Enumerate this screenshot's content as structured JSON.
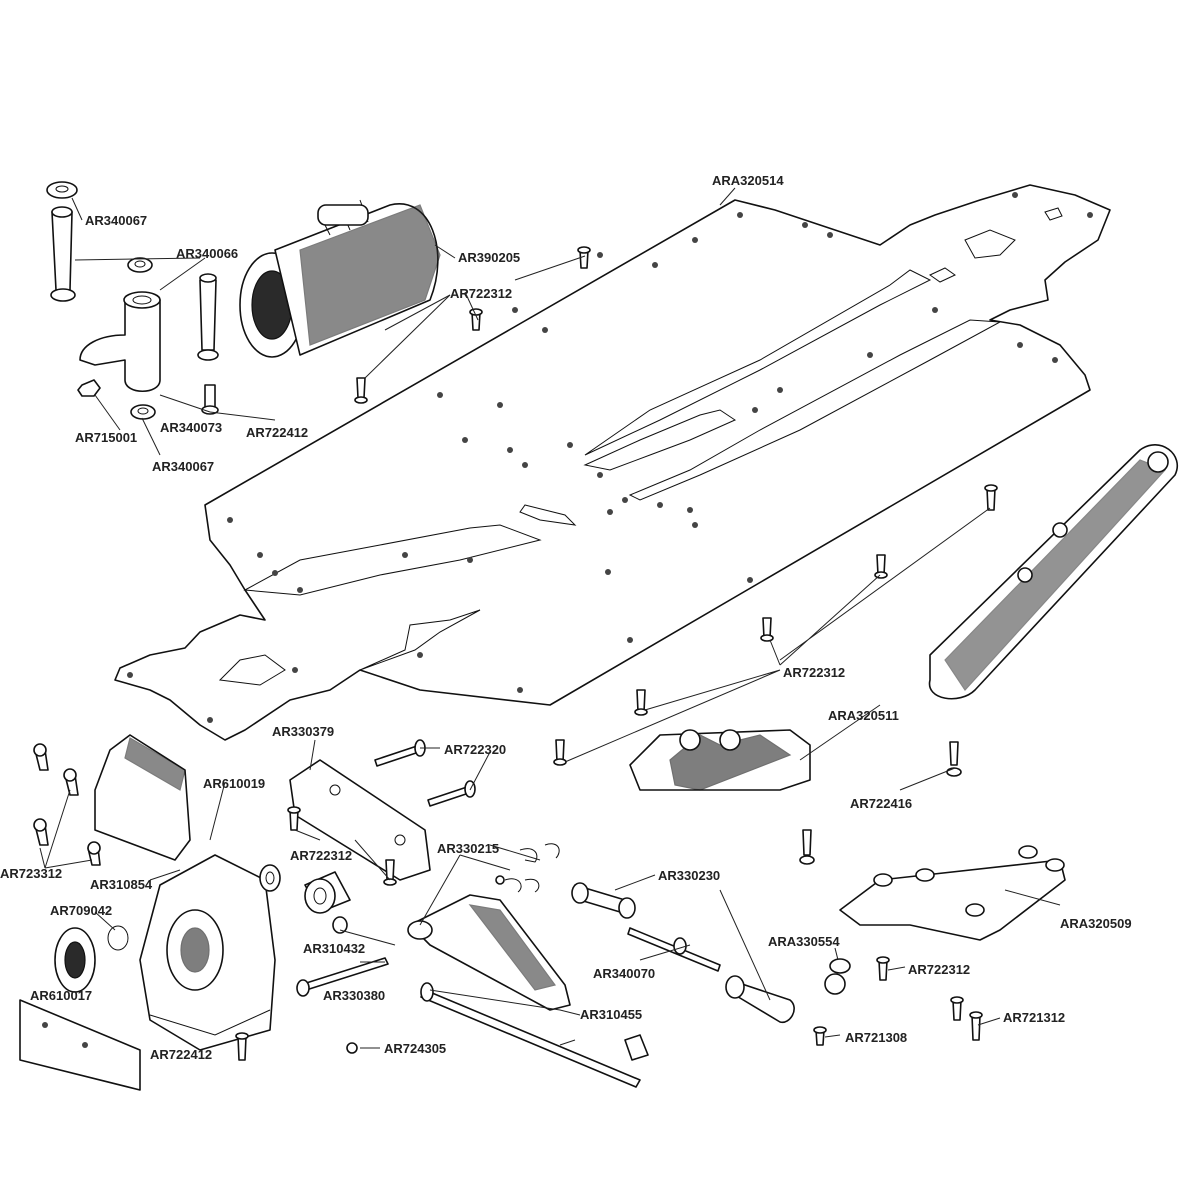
{
  "labels": {
    "chassis": "ARA320514",
    "motor": "AR390205",
    "spacer_a": "AR340067",
    "post_a": "AR340066",
    "screw_top": "AR722312",
    "nut": "AR715001",
    "mount": "AR340073",
    "screw_mount": "AR722412",
    "spacer_b": "AR340067",
    "screw_right": "AR722312",
    "brace": "ARA320511",
    "screw_brace": "AR722416",
    "block": "AR330379",
    "screw_block": "AR722320",
    "cover": "AR610019",
    "screw_cover": "AR723312",
    "housing": "AR310854",
    "bearing_oring": "AR709042",
    "bearing": "AR610017",
    "screw_housing": "AR722412",
    "screw_block2": "AR722312",
    "bushing": "AR310432",
    "pin": "AR330380",
    "clips": "AR330215",
    "arm": "AR330230",
    "pivot": "AR340070",
    "driveshaft": "AR310455",
    "setscrew": "AR724305",
    "ball": "ARA330554",
    "screw_small": "AR722312",
    "screw_ball": "AR721308",
    "screw_plate": "AR721312",
    "plate": "ARA320509"
  }
}
